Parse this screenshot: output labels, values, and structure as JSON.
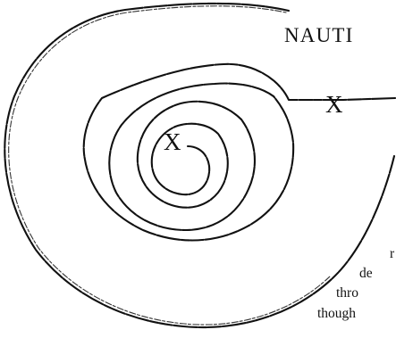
{
  "title": "NAUTI",
  "markers": {
    "center": "X",
    "outer": "X"
  },
  "text_lines": [
    "r",
    "de",
    "thro",
    "though"
  ],
  "colors": {
    "ink": "#111111",
    "background": "#ffffff"
  }
}
